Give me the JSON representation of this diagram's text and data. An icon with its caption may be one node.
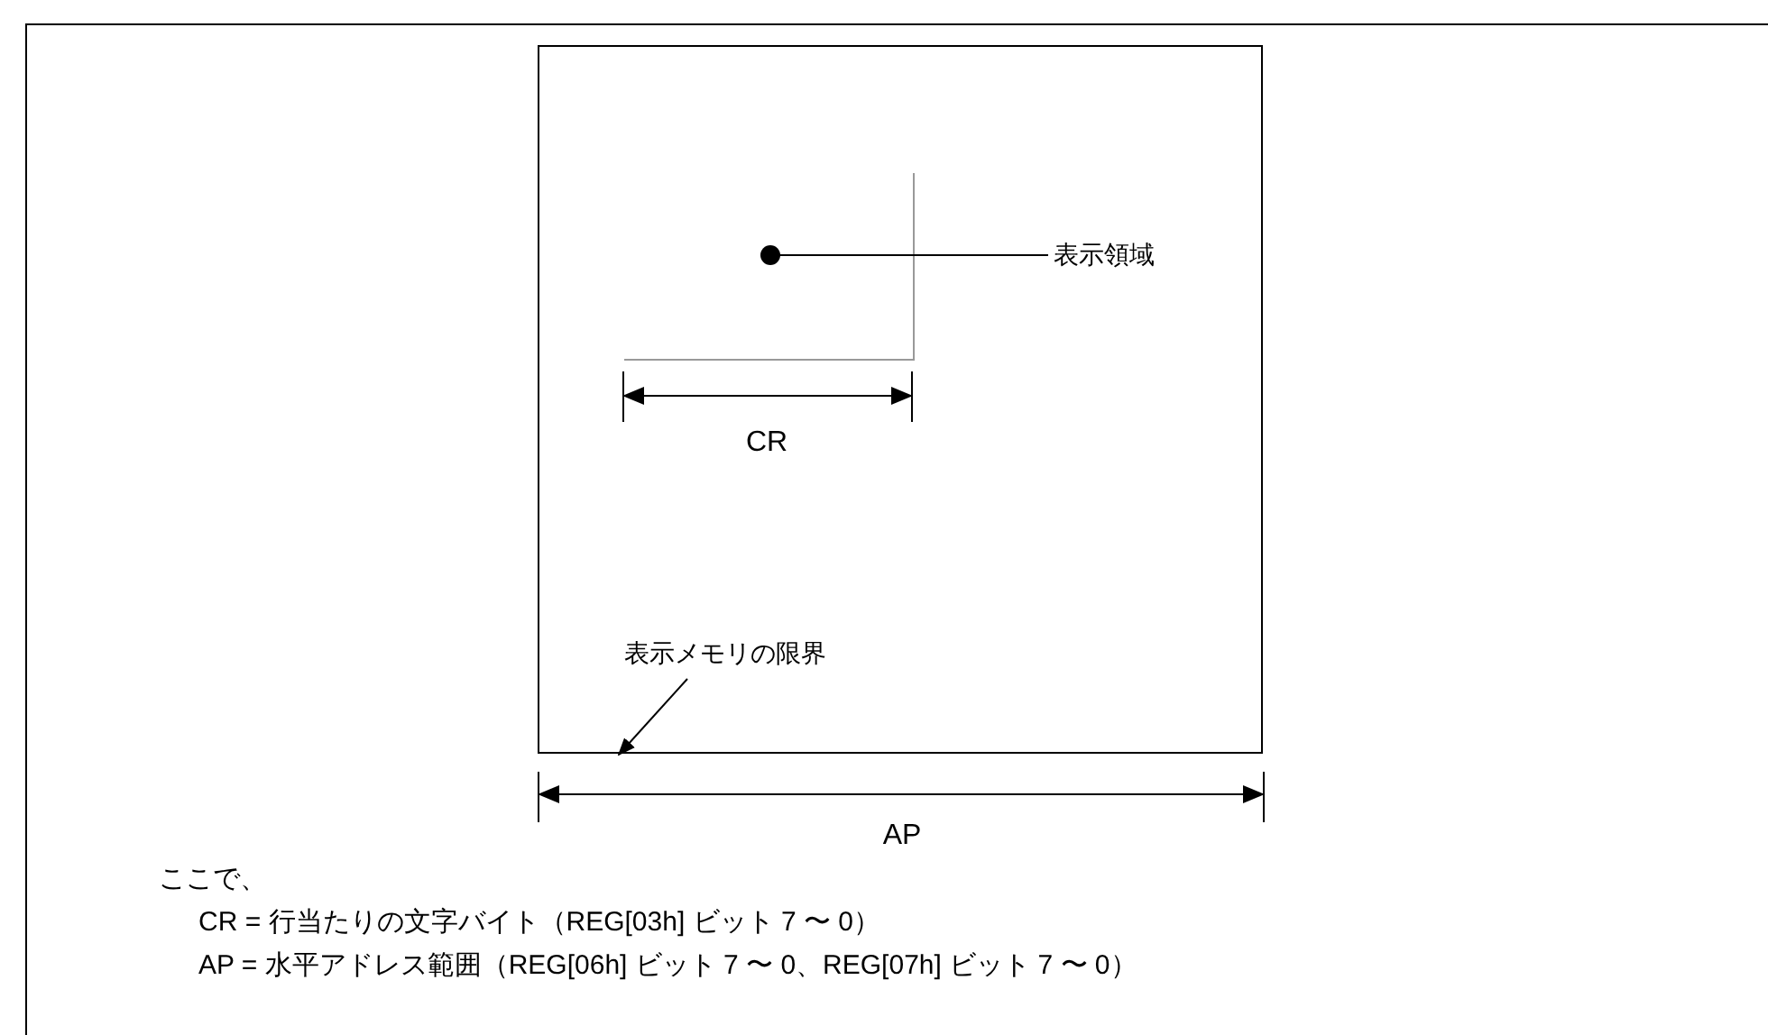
{
  "diagram": {
    "nodes": [
      {
        "text": [],
        "shape": "box"
      },
      {
        "text": [],
        "shape": "box",
        "in": 0
      },
      {
        "text": [
          "表示領域"
        ],
        "in": 0
      },
      {
        "text": [
          "表示メモリの限界"
        ],
        "in": 0
      }
    ],
    "edges": [
      {
        "from": 2,
        "to": 1,
        "arrow": "other"
      },
      {
        "from": 3,
        "to": 0,
        "arrow": "to"
      }
    ],
    "labels": [
      "CR",
      "AP",
      "ここで、",
      "CR = 行当たりの文字バイト（REG[03h] ビット 7 〜 0）",
      "AP = 水平アドレス範囲（REG[06h] ビット 7 〜 0、REG[07h] ビット 7 〜 0）"
    ]
  }
}
